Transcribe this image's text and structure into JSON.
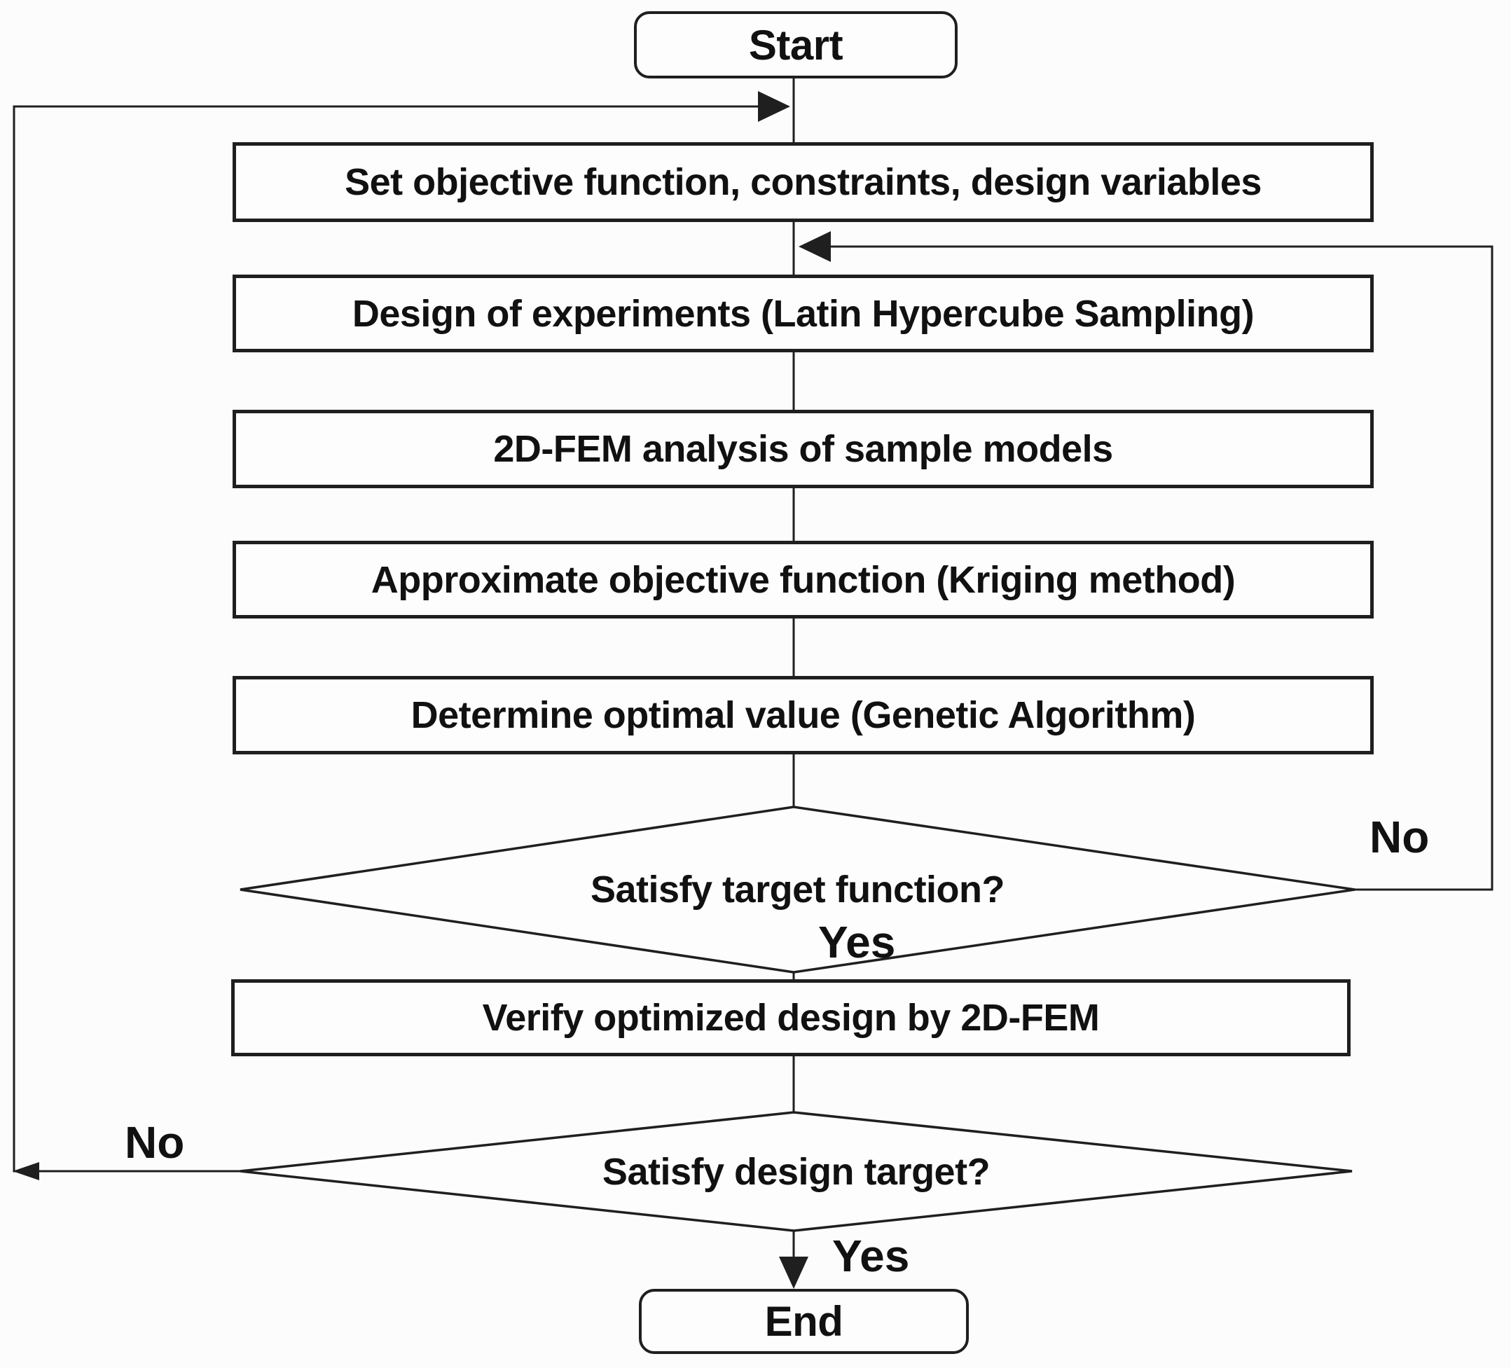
{
  "flowchart": {
    "nodes": {
      "start": "Start",
      "step1": "Set objective function, constraints, design variables",
      "step2": "Design of experiments (Latin Hypercube Sampling)",
      "step3": "2D-FEM analysis of sample models",
      "step4": "Approximate objective function (Kriging method)",
      "step5": "Determine optimal value (Genetic Algorithm)",
      "decision1": "Satisfy target function?",
      "step6": "Verify optimized design by 2D-FEM",
      "decision2": "Satisfy design target?",
      "end": "End"
    },
    "edge_labels": {
      "decision1_no": "No",
      "decision1_yes": "Yes",
      "decision2_no": "No",
      "decision2_yes": "Yes"
    },
    "colors": {
      "line": "#1f1f1f",
      "text": "#111111",
      "node_fill": "#fdfdfd",
      "background": "#fcfcfc"
    }
  }
}
